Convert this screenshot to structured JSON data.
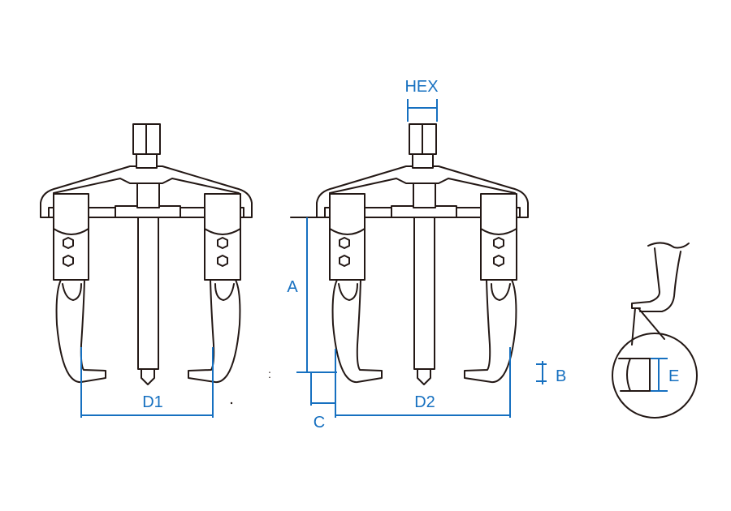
{
  "title": "Two-jaw puller dimension diagram",
  "labels": {
    "d1": "D1",
    "d2": "D2",
    "hex": "HEX",
    "a": "A",
    "b": "B",
    "c": "C",
    "e": "E"
  },
  "colors": {
    "dimension": "#1670c0",
    "outline": "#231815"
  }
}
